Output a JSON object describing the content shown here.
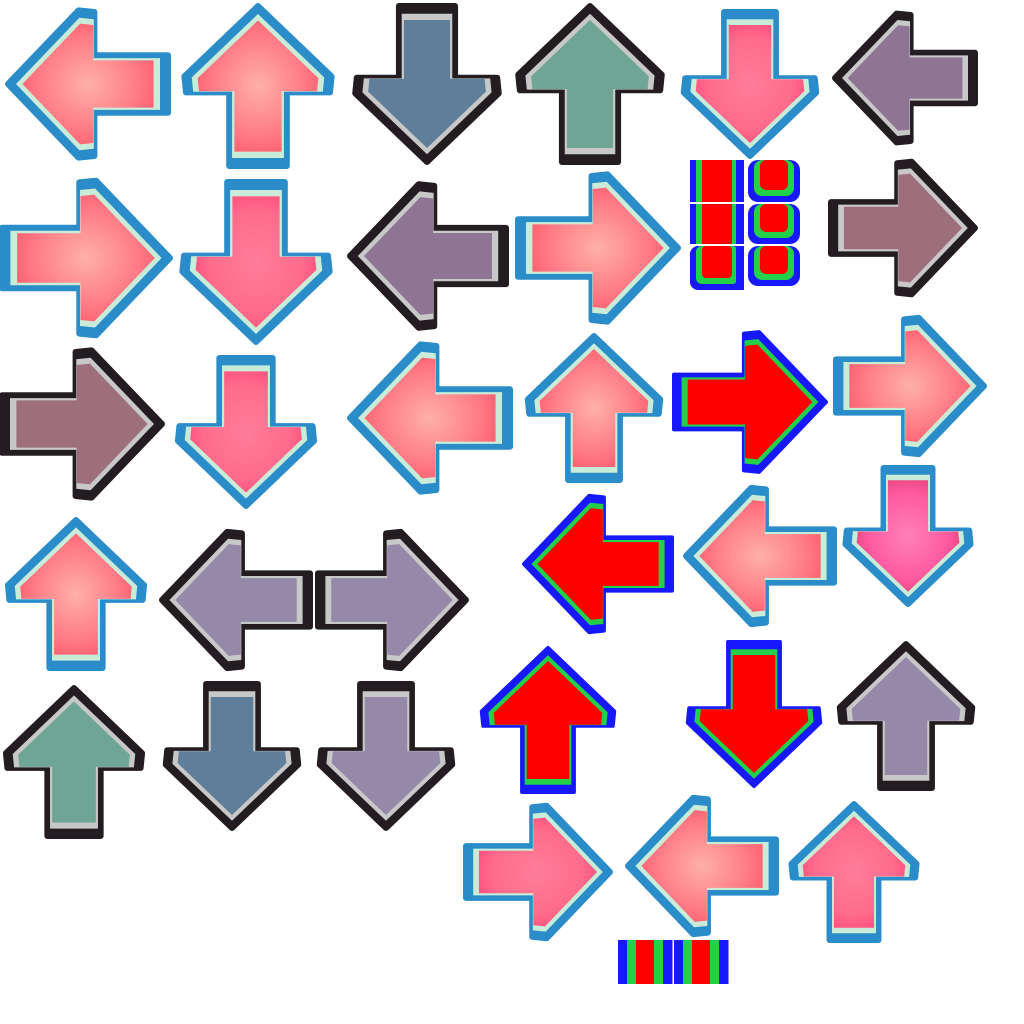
{
  "sheet": {
    "background": "#ffffff",
    "palettes": {
      "pink": {
        "inner": "#ff7a86",
        "center": "#ffb0a6",
        "fill": "#ff5f6e",
        "rim": "#c8ecd8",
        "edge": "#2a8cc8"
      },
      "rose": {
        "inner": "#ff6b8c",
        "center": "#ff7d9a",
        "fill": "#ff4f7e",
        "rim": "#c8ecd8",
        "edge": "#2a8cc8"
      },
      "magenta": {
        "inner": "#ff5aa0",
        "center": "#ff80b8",
        "fill": "#e8457e",
        "rim": "#c8ecd8",
        "edge": "#2a8cc8"
      },
      "slate": {
        "fill": "#5e7e9a",
        "rim": "#c8c8c8",
        "edge": "#231d22"
      },
      "teal": {
        "fill": "#6fa595",
        "rim": "#c8c8c8",
        "edge": "#231d22"
      },
      "mauve": {
        "fill": "#8e7594",
        "rim": "#c8c8c8",
        "edge": "#231d22"
      },
      "plum": {
        "fill": "#9d6e7b",
        "rim": "#c8c8c8",
        "edge": "#231d22"
      },
      "lilac": {
        "fill": "#9489a8",
        "rim": "#c8c8c8",
        "edge": "#231d22"
      },
      "neon": {
        "fill": "#ff0000",
        "rim": "#22d04a",
        "edge": "#1818ff"
      }
    },
    "arrows": [
      {
        "name": "arrow-left-pink",
        "direction": "left",
        "palette": "pink"
      },
      {
        "name": "arrow-up-pink",
        "direction": "up",
        "palette": "pink"
      },
      {
        "name": "arrow-down-slate",
        "direction": "down",
        "palette": "slate"
      },
      {
        "name": "arrow-up-teal",
        "direction": "up",
        "palette": "teal"
      },
      {
        "name": "arrow-down-rose",
        "direction": "down",
        "palette": "rose"
      },
      {
        "name": "arrow-left-mauve",
        "direction": "left",
        "palette": "mauve"
      },
      {
        "name": "arrow-right-pink",
        "direction": "right",
        "palette": "pink"
      },
      {
        "name": "arrow-down-rose",
        "direction": "down",
        "palette": "rose"
      },
      {
        "name": "arrow-left-mauve",
        "direction": "left",
        "palette": "mauve"
      },
      {
        "name": "arrow-right-pink",
        "direction": "right",
        "palette": "pink"
      },
      {
        "name": "arrow-right-plum",
        "direction": "right",
        "palette": "plum"
      },
      {
        "name": "arrow-right-plum",
        "direction": "right",
        "palette": "plum"
      },
      {
        "name": "arrow-down-rose",
        "direction": "down",
        "palette": "rose"
      },
      {
        "name": "arrow-left-pink",
        "direction": "left",
        "palette": "pink"
      },
      {
        "name": "arrow-up-pink",
        "direction": "up",
        "palette": "pink"
      },
      {
        "name": "arrow-right-neon",
        "direction": "right",
        "palette": "neon"
      },
      {
        "name": "arrow-right-pink",
        "direction": "right",
        "palette": "pink"
      },
      {
        "name": "arrow-up-pink",
        "direction": "up",
        "palette": "pink"
      },
      {
        "name": "arrow-left-lilac",
        "direction": "left",
        "palette": "lilac"
      },
      {
        "name": "arrow-right-lilac",
        "direction": "right",
        "palette": "lilac"
      },
      {
        "name": "arrow-left-neon",
        "direction": "left",
        "palette": "neon"
      },
      {
        "name": "arrow-left-pink",
        "direction": "left",
        "palette": "pink"
      },
      {
        "name": "arrow-down-magenta",
        "direction": "down",
        "palette": "magenta"
      },
      {
        "name": "arrow-up-teal",
        "direction": "up",
        "palette": "teal"
      },
      {
        "name": "arrow-down-slate",
        "direction": "down",
        "palette": "slate"
      },
      {
        "name": "arrow-down-lilac",
        "direction": "down",
        "palette": "lilac"
      },
      {
        "name": "arrow-up-neon",
        "direction": "up",
        "palette": "neon"
      },
      {
        "name": "arrow-down-neon",
        "direction": "down",
        "palette": "neon"
      },
      {
        "name": "arrow-up-lilac",
        "direction": "up",
        "palette": "lilac"
      },
      {
        "name": "arrow-right-rose",
        "direction": "right",
        "palette": "rose"
      },
      {
        "name": "arrow-left-pink",
        "direction": "left",
        "palette": "pink"
      },
      {
        "name": "arrow-up-rose",
        "direction": "up",
        "palette": "rose"
      }
    ],
    "hold_pieces": [
      {
        "name": "hold-body-piece",
        "palette": "neon"
      },
      {
        "name": "hold-body-piece",
        "palette": "neon"
      },
      {
        "name": "hold-body-piece",
        "palette": "neon"
      },
      {
        "name": "hold-cap-piece",
        "palette": "neon"
      },
      {
        "name": "hold-cap-piece",
        "palette": "neon"
      },
      {
        "name": "hold-cap-piece",
        "palette": "neon"
      },
      {
        "name": "hold-strip-piece",
        "palette": "neon"
      },
      {
        "name": "hold-strip-piece",
        "palette": "neon"
      }
    ]
  }
}
